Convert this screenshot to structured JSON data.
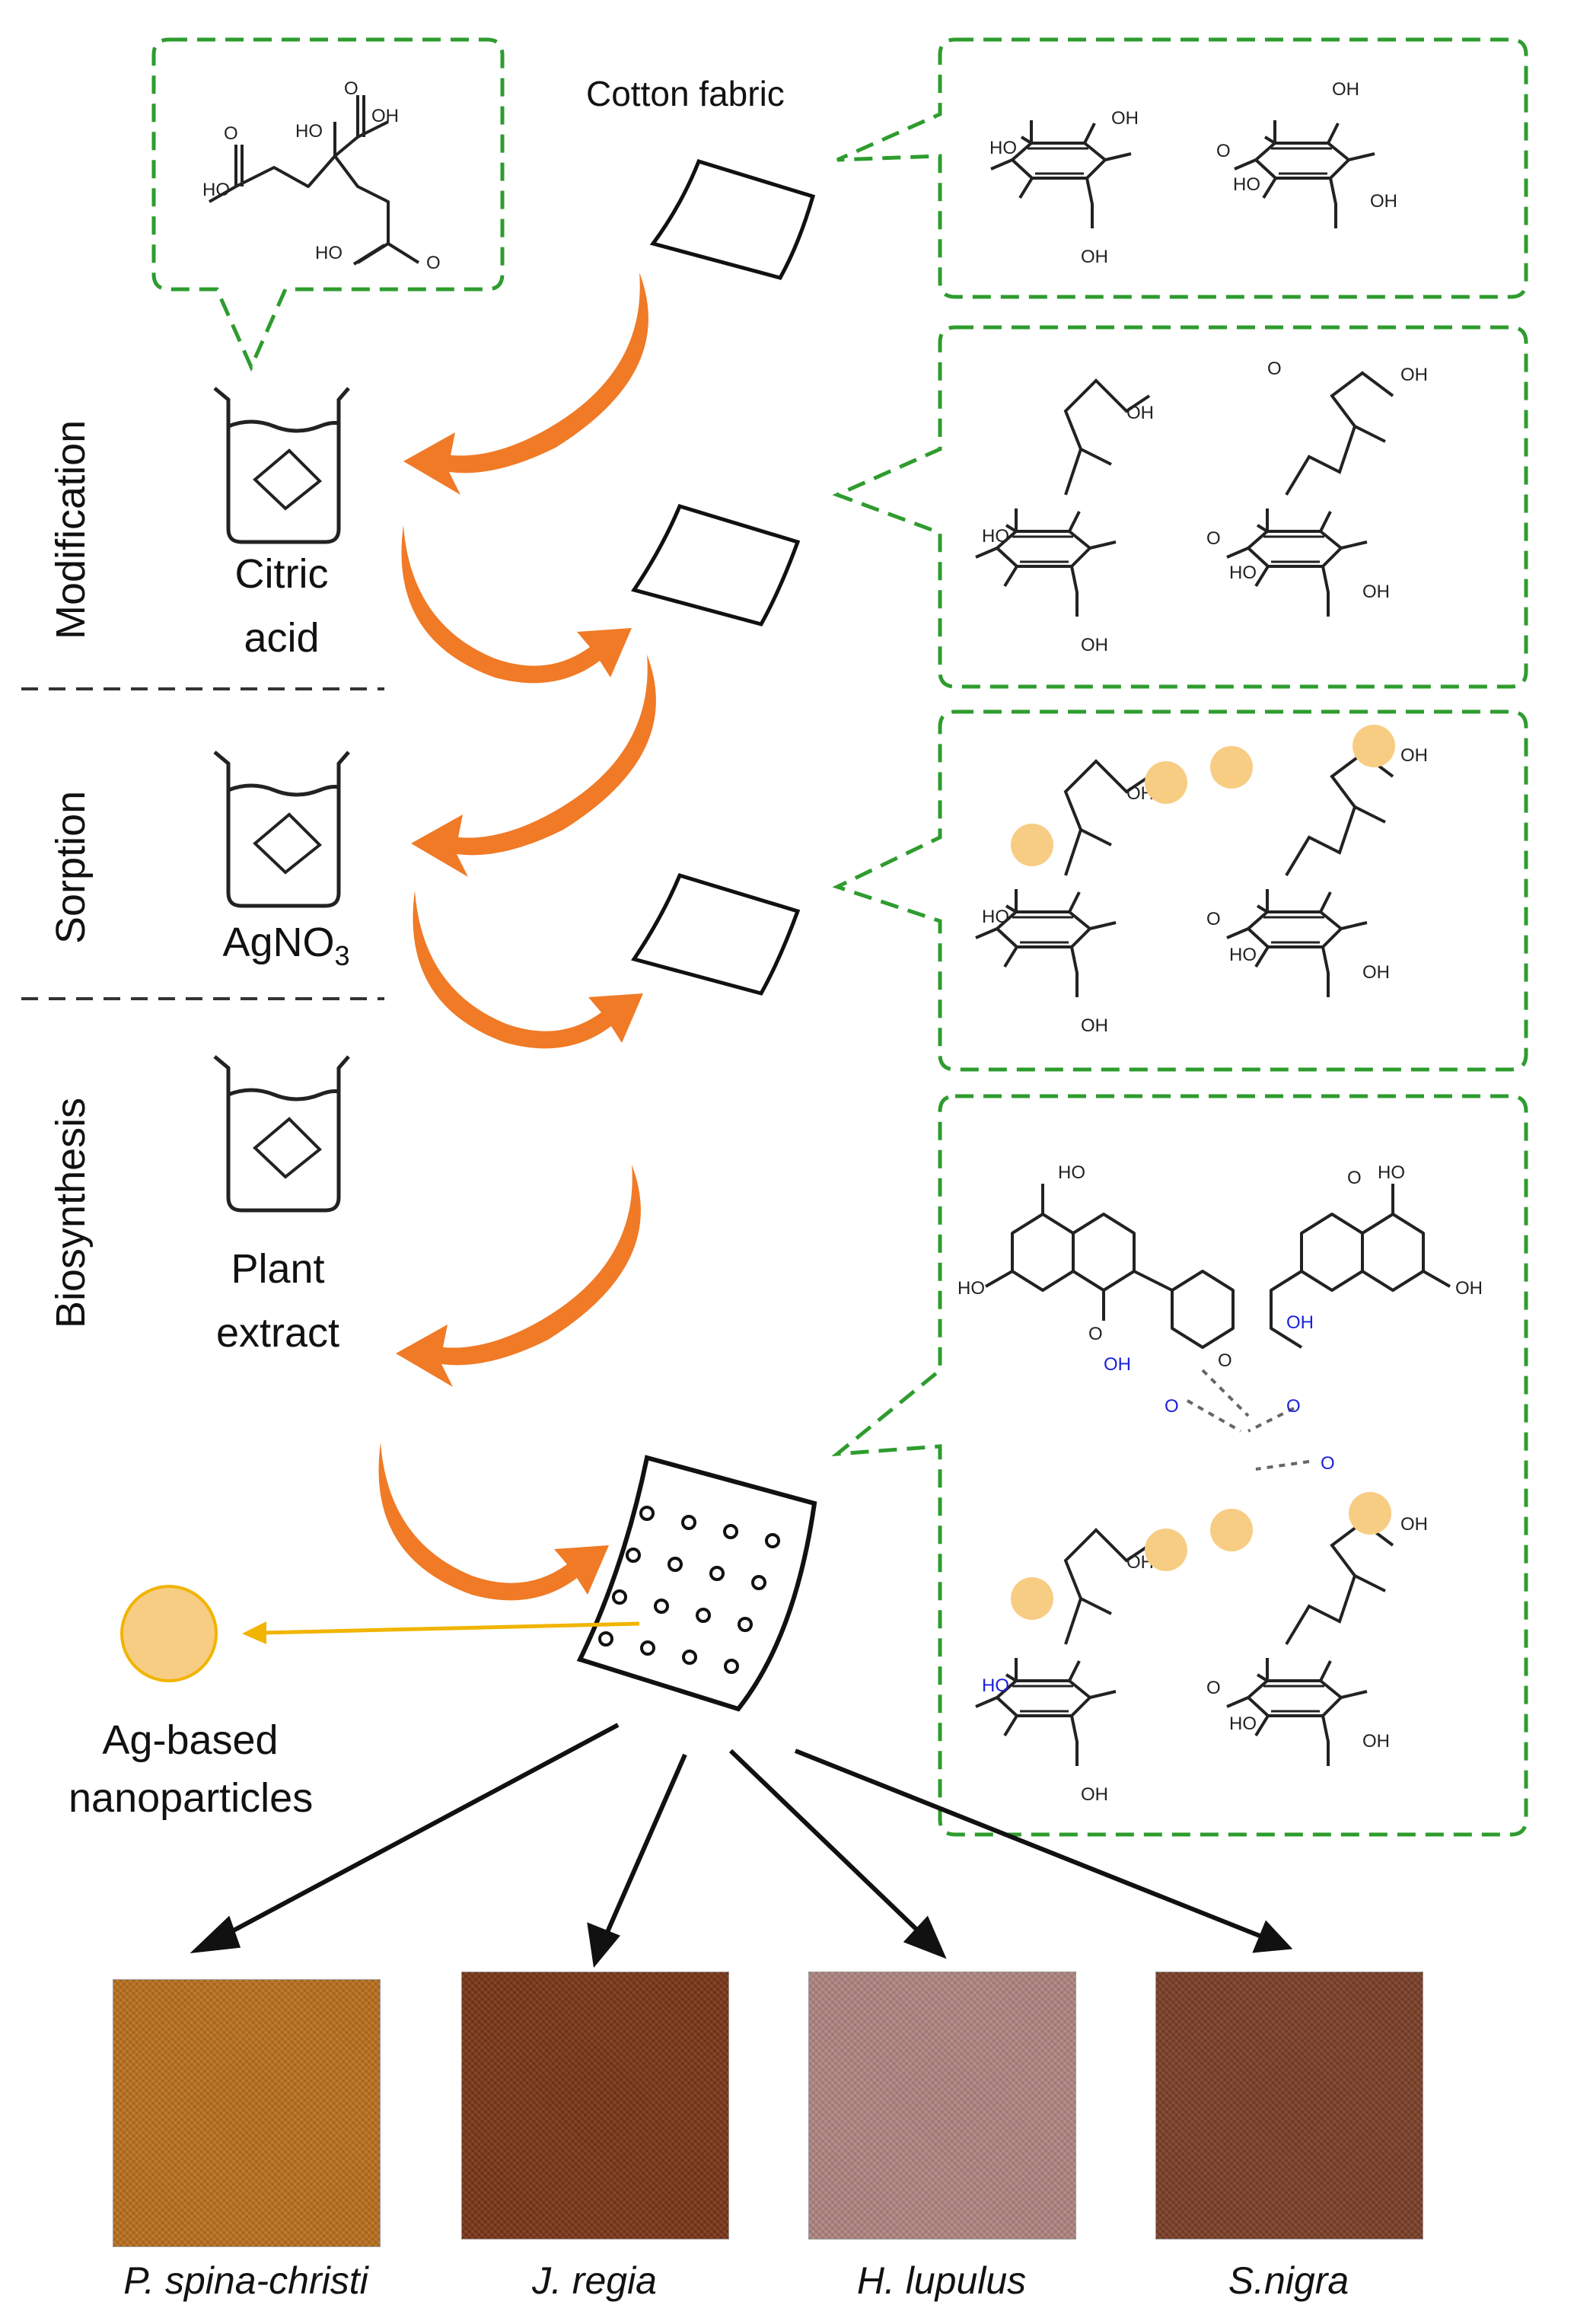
{
  "labels": {
    "cotton_fabric": "Cotton fabric",
    "citric_acid": [
      "Citric",
      "acid"
    ],
    "agno3": "AgNO",
    "agno3_sub": "3",
    "plant_extract": [
      "Plant",
      "extract"
    ],
    "ag_nanoparticles": [
      "Ag-based",
      "nanoparticles"
    ]
  },
  "stages": [
    "Modification",
    "Sorption",
    "Biosynthesis"
  ],
  "chem": {
    "hydroxyl": "OH",
    "ho": "HO",
    "carbonyl_o": "O",
    "alkoxy_o": "O"
  },
  "samples": [
    {
      "name": "P. spina-christi",
      "color": "#b9701e"
    },
    {
      "name": "J. regia",
      "color": "#7b3618"
    },
    {
      "name": "H. lupulus",
      "color": "#b08581"
    },
    {
      "name": "S.nigra",
      "color": "#7a4028"
    }
  ],
  "colors": {
    "callout_border": "#2e9c2e",
    "arrow_orange": "#f07a26",
    "nanoparticle": "#f7cd84",
    "highlight_blue": "#1b22d8",
    "yellow_arrow": "#f1b400"
  }
}
